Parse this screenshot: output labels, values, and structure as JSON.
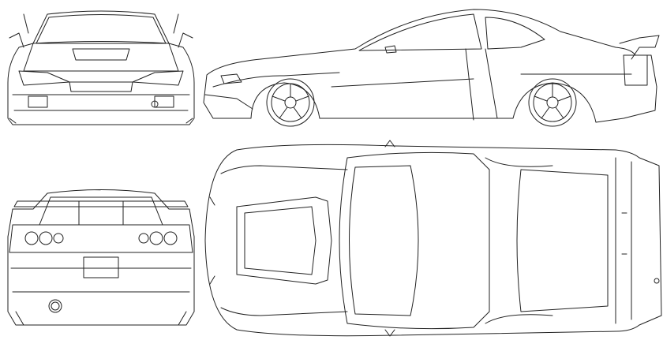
{
  "drawing": {
    "subject": "car-blueprint",
    "views": [
      "front",
      "side",
      "rear",
      "top"
    ],
    "line_color": "#222222",
    "background": "#ffffff"
  }
}
